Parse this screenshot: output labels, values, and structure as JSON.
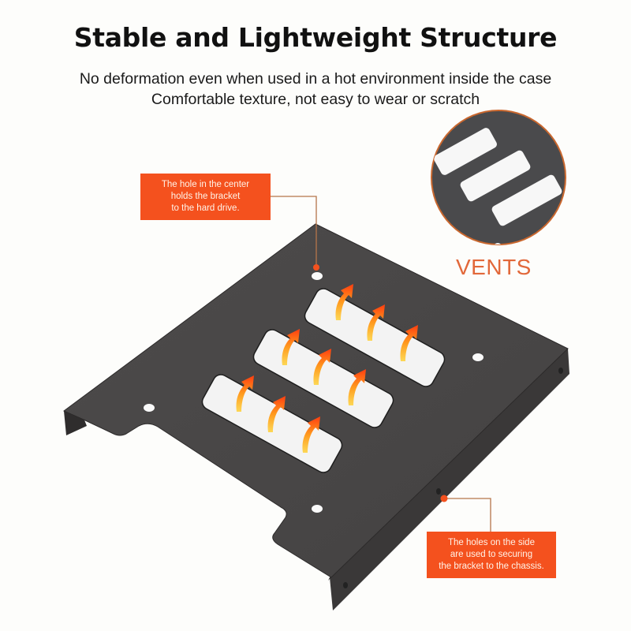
{
  "header": {
    "title": "Stable and Lightweight Structure",
    "subtitle_line1": "No deformation even when used in a hot environment inside the case",
    "subtitle_line2": "Comfortable texture, not easy to wear or scratch"
  },
  "callouts": {
    "center_hole": {
      "lines": [
        "The hole in the center",
        "holds the bracket",
        "to the hard drive."
      ]
    },
    "side_holes": {
      "lines": [
        "The holes on the side",
        "are used to securing",
        "the bracket to the chassis."
      ]
    }
  },
  "inset": {
    "label": "VENTS"
  },
  "colors": {
    "accent_orange": "#f4511e",
    "bracket_gray": "#4a4848",
    "vents_label": "#e2683a",
    "background": "#fdfdfb"
  },
  "icons": {
    "airflow_arrow_count": 9,
    "airflow_arrow": "heat-arrow-icon"
  }
}
